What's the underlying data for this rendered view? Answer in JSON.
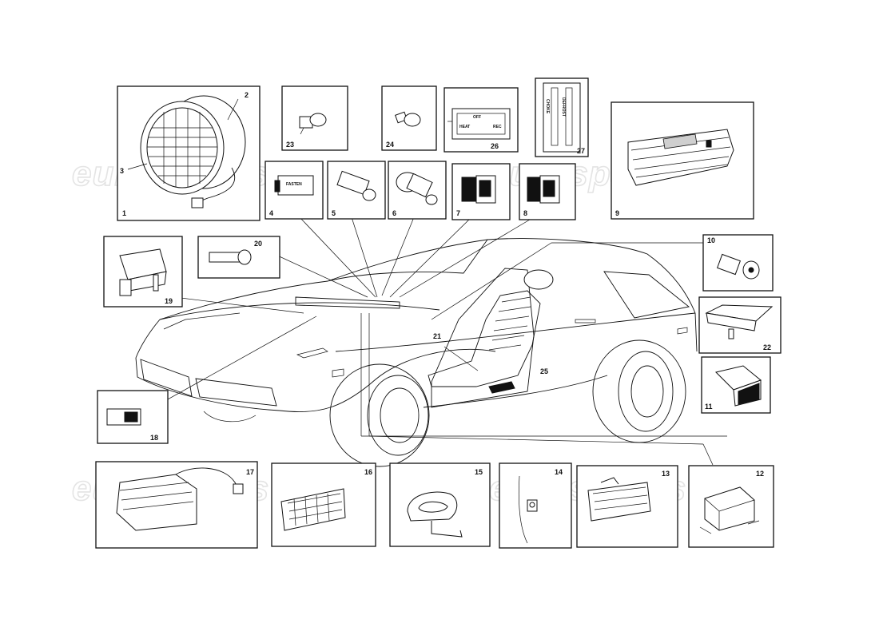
{
  "watermark": {
    "text": "eurospares",
    "color": "#e4e4e4"
  },
  "callouts": [
    {
      "id": "1",
      "label": "1"
    },
    {
      "id": "2",
      "label": "2"
    },
    {
      "id": "3",
      "label": "3"
    },
    {
      "id": "4",
      "label": "4"
    },
    {
      "id": "5",
      "label": "5"
    },
    {
      "id": "6",
      "label": "6"
    },
    {
      "id": "7",
      "label": "7"
    },
    {
      "id": "8",
      "label": "8"
    },
    {
      "id": "9",
      "label": "9"
    },
    {
      "id": "10",
      "label": "10"
    },
    {
      "id": "11",
      "label": "11"
    },
    {
      "id": "12",
      "label": "12"
    },
    {
      "id": "13",
      "label": "13"
    },
    {
      "id": "14",
      "label": "14"
    },
    {
      "id": "15",
      "label": "15"
    },
    {
      "id": "16",
      "label": "16"
    },
    {
      "id": "17",
      "label": "17"
    },
    {
      "id": "18",
      "label": "18"
    },
    {
      "id": "19",
      "label": "19"
    },
    {
      "id": "20",
      "label": "20"
    },
    {
      "id": "21",
      "label": "21"
    },
    {
      "id": "22",
      "label": "22"
    },
    {
      "id": "23",
      "label": "23"
    },
    {
      "id": "24",
      "label": "24"
    },
    {
      "id": "25",
      "label": "25"
    },
    {
      "id": "26",
      "label": "26"
    },
    {
      "id": "27",
      "label": "27"
    }
  ],
  "part_text": {
    "fasten_switch": "FASTEN",
    "heater_panel_off": "OFF",
    "heater_panel_left": "HEAT",
    "heater_panel_right": "REC",
    "choke_left": "CHOKE",
    "choke_right": "DEFROST"
  }
}
